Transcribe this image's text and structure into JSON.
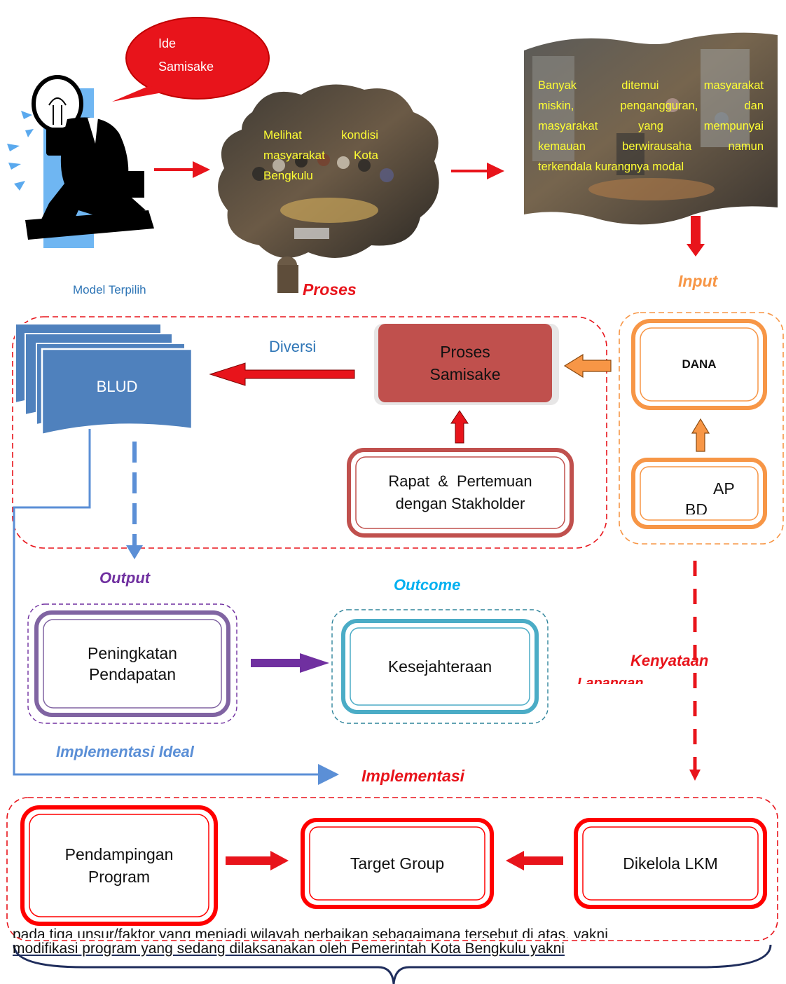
{
  "bubble": {
    "line1": "Ide",
    "line2": "Samisake"
  },
  "cloud_text": {
    "line1": "Melihat kondisi",
    "line2": "masyarakat Kota",
    "line3": "Bengkulu"
  },
  "wave_text": {
    "line1": "Banyak ditemui masyarakat",
    "line2": "miskin, pengangguran, dan",
    "line3": "masyarakat yang mempunyai",
    "line4": "kemauan berwirausaha namun",
    "line5": "terkendala kurangnya modal"
  },
  "labels": {
    "model": "Model Terpilih",
    "proses": "Proses",
    "input": "Input",
    "diversi": "Diversi",
    "output": "Output",
    "outcome": "Outcome",
    "kenyataan": "Kenyataan",
    "lapangan": "Lapangan",
    "impl_ideal": "Implementasi Ideal",
    "implementasi": "Implementasi"
  },
  "boxes": {
    "blud": "BLUD",
    "proses_line1": "Proses",
    "proses_line2": "Samisake",
    "rapat_line1": "Rapat & Pertemuan",
    "rapat_line2": "dengan Stakholder",
    "dana": "DANA",
    "apbd_line1": "AP",
    "apbd_line2": "BD",
    "peningkatan_line1": "Peningkatan",
    "peningkatan_line2": "Pendapatan",
    "kesejahteraan": "Kesejahteraan",
    "pendampingan_line1": "Pendampingan",
    "pendampingan_line2": "Program",
    "target": "Target Group",
    "dikelola": "Dikelola LKM"
  },
  "bottom_text": {
    "line1": "pada tiga unsur/faktor yang menjadi wilayah perbaikan sebagaimana tersebut di atas, yakni",
    "line2": "modifikasi program yang sedang dilaksanakan oleh Pemerintah Kota Bengkulu yakni"
  },
  "colors": {
    "red": "#e8141b",
    "blue": "#4f81bd",
    "purple": "#7030a0",
    "cyan": "#00b0f0",
    "orange": "#f79646",
    "dark_red_box": "#c0504d",
    "navy": "#1f2d5c"
  }
}
